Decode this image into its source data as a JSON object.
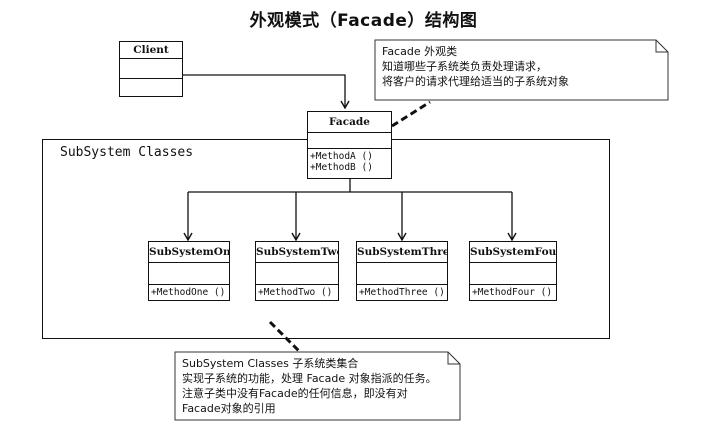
{
  "title": "外观模式（Facade）结构图",
  "classes": {
    "client": {
      "name": "Client"
    },
    "facade": {
      "name": "Facade",
      "ops": [
        "+MethodA ()",
        "+MethodB ()"
      ]
    },
    "subsystems": [
      {
        "name": "SubSystemOne",
        "ops": [
          "+MethodOne ()"
        ]
      },
      {
        "name": "SubSystemTwo",
        "ops": [
          "+MethodTwo ()"
        ]
      },
      {
        "name": "SubSystemThree",
        "ops": [
          "+MethodThree ()"
        ]
      },
      {
        "name": "SubSystemFour",
        "ops": [
          "+MethodFour ()"
        ]
      }
    ]
  },
  "package": {
    "label": "SubSystem Classes"
  },
  "notes": {
    "facade_note": {
      "lines": [
        "Facade  外观类",
        "知道哪些子系统类负责处理请求，",
        "将客户的请求代理给适当的子系统对象"
      ]
    },
    "subsystem_note": {
      "lines": [
        "SubSystem Classes   子系统类集合",
        "实现子系统的功能，处理 Facade 对象指派的任务。",
        "注意子类中没有Facade的任何信息，即没有对",
        "Facade对象的引用"
      ]
    }
  }
}
